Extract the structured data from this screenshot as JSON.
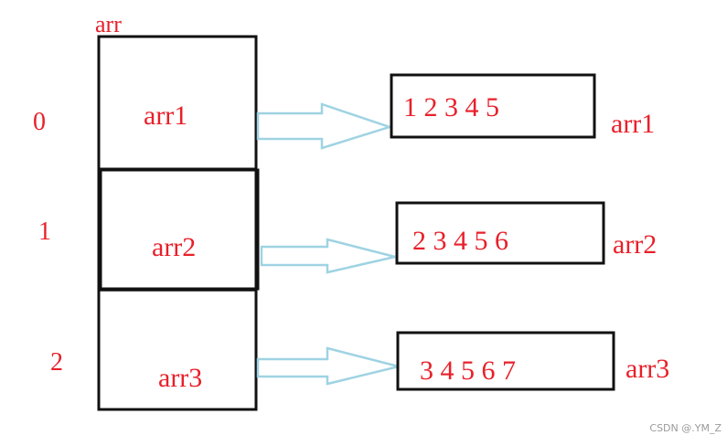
{
  "diagram": {
    "array_name": "arr",
    "indices": [
      "0",
      "1",
      "2"
    ],
    "cells": [
      "arr1",
      "arr2",
      "arr3"
    ],
    "targets": [
      {
        "name": "arr1",
        "values": "1 2 3 4 5"
      },
      {
        "name": "arr2",
        "values": "2 3 4 5 6"
      },
      {
        "name": "arr3",
        "values": "3 4 5 6 7"
      }
    ]
  },
  "watermark": "CSDN @.YM_Z",
  "colors": {
    "text": "#e8202a",
    "arrow": "#9fd3e3",
    "box": "#111111"
  }
}
